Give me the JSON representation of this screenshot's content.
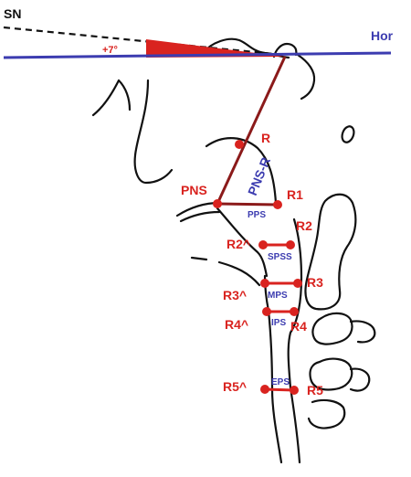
{
  "colors": {
    "red": "#d9231f",
    "dark_red": "#8b1a1a",
    "blue": "#3c3cb0",
    "black": "#111111"
  },
  "labels": {
    "sn": "SN",
    "hor": "Hor",
    "angle": "+7°",
    "r": "R",
    "pns": "PNS",
    "pns_r": "PNS-R",
    "r1": "R1",
    "pps": "PPS",
    "r2": "R2",
    "r2_hat": "R2^",
    "spss": "SPSS",
    "r3": "R3",
    "r3_hat": "R3^",
    "mps": "MPS",
    "r4": "R4",
    "r4_hat": "R4^",
    "ips": "IPS",
    "r5": "R5",
    "r5_hat": "R5^",
    "eps": "EPS"
  }
}
